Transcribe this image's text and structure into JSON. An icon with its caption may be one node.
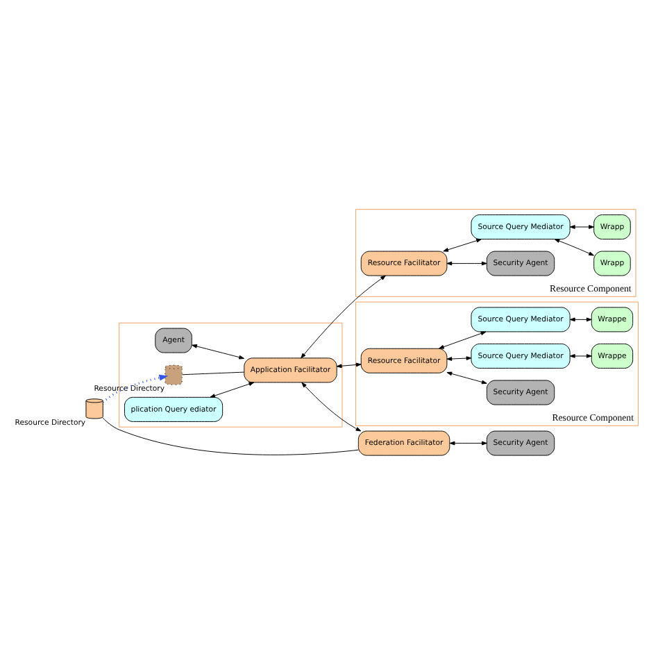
{
  "diagram": {
    "nodes": [
      {
        "text": [
          "Resource Directory"
        ]
      },
      {
        "text": [
          "Federation Facilitator"
        ]
      },
      {
        "text": [
          "Security Agent"
        ]
      },
      {
        "text": [],
        "shape": "box"
      },
      {
        "text": [
          "Agent"
        ],
        "in": 3
      },
      {
        "text": [
          "Resource Directory"
        ],
        "in": 3
      },
      {
        "text": [
          "plication Query ediator"
        ],
        "in": 3
      },
      {
        "text": [
          "Application Facilitator"
        ],
        "in": 3
      },
      {
        "text": [
          "Resource Component"
        ]
      },
      {
        "text": [
          "Security Agent"
        ],
        "in": 8
      },
      {
        "text": [
          "Resource Facilitator"
        ],
        "in": 8
      },
      {
        "text": [
          "Source Query Mediator"
        ],
        "in": 8
      },
      {
        "text": [
          "Source Query Mediator"
        ],
        "in": 8
      },
      {
        "text": [
          "Wrappe"
        ],
        "in": 8
      },
      {
        "text": [
          "Wrappe"
        ],
        "in": 8
      },
      {
        "text": [
          "Resource Component"
        ]
      },
      {
        "text": [
          "Security Agent"
        ],
        "in": 15
      },
      {
        "text": [
          "Resource Facilitator"
        ],
        "in": 15
      },
      {
        "text": [
          "Source Query Mediator"
        ],
        "in": 15
      },
      {
        "text": [
          "Wrapp"
        ],
        "in": 15
      },
      {
        "text": [
          "Wrapp"
        ],
        "in": 15
      }
    ],
    "edges": [
      {
        "from": 0,
        "to": 1,
        "arrow": "none"
      },
      {
        "from": 1,
        "to": 2,
        "arrow": "both"
      },
      {
        "from": 0,
        "to": 5,
        "arrow": "to",
        "style": "dashed",
        "color": "#3355ee"
      },
      {
        "from": 7,
        "to": 1,
        "arrow": "both"
      },
      {
        "from": 4,
        "to": 7,
        "arrow": "both"
      },
      {
        "from": 6,
        "to": 7,
        "arrow": "both"
      },
      {
        "from": 5,
        "to": 7,
        "arrow": "none"
      },
      {
        "from": 7,
        "to": 10,
        "arrow": "both"
      },
      {
        "from": 7,
        "to": 17,
        "arrow": "both"
      },
      {
        "from": 10,
        "to": 9,
        "arrow": "both"
      },
      {
        "from": 10,
        "to": 11,
        "arrow": "both"
      },
      {
        "from": 10,
        "to": 12,
        "arrow": "both"
      },
      {
        "from": 11,
        "to": 13,
        "arrow": "both"
      },
      {
        "from": 12,
        "to": 14,
        "arrow": "both"
      },
      {
        "from": 17,
        "to": 16,
        "arrow": "both"
      },
      {
        "from": 17,
        "to": 18,
        "arrow": "both"
      },
      {
        "from": 18,
        "to": 19,
        "arrow": "both"
      },
      {
        "from": 18,
        "to": 20,
        "arrow": "both"
      }
    ]
  }
}
